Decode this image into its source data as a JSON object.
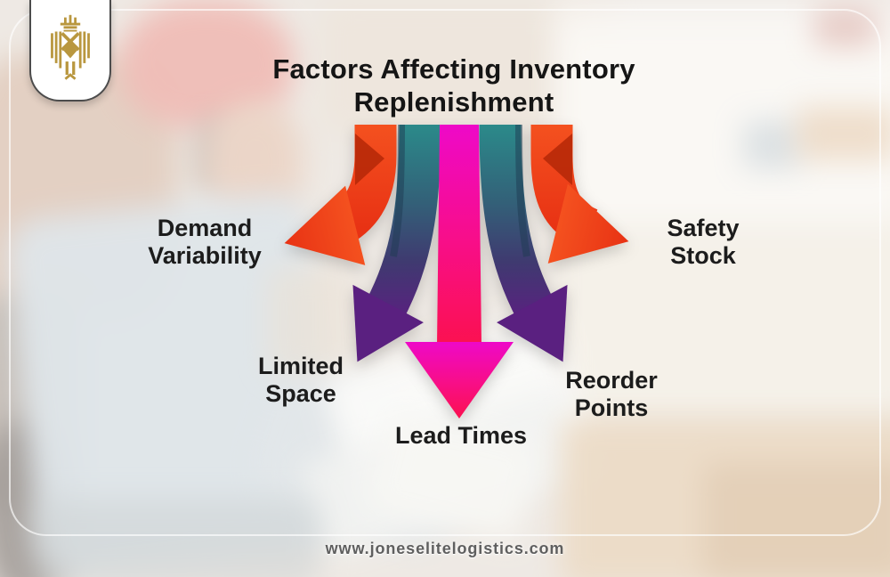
{
  "title": "Factors Affecting Inventory Replenishment",
  "factors": [
    {
      "id": "demand-variability",
      "label": "Demand Variability",
      "arrow": "red arrow pointing left"
    },
    {
      "id": "safety-stock",
      "label": "Safety Stock",
      "arrow": "red arrow pointing right"
    },
    {
      "id": "limited-space",
      "label": "Limited Space",
      "arrow": "teal-to-purple arrow pointing down-left"
    },
    {
      "id": "lead-times",
      "label": "Lead Times",
      "arrow": "magenta-to-pink arrow pointing down"
    },
    {
      "id": "reorder-points",
      "label": "Reorder Points",
      "arrow": "teal-to-purple arrow pointing down-right"
    }
  ],
  "footer": {
    "website": "www.joneselitelogistics.com"
  },
  "logo": {
    "icon": "crest-lion-logo-icon"
  },
  "colors": {
    "title_text": "#151515",
    "label_text": "#1c1c1c",
    "footer_text": "#5f5f5f",
    "logo_gold": "#b9973f",
    "arrow_red_top": "#f4511f",
    "arrow_red": "#e83214",
    "arrow_red_fold": "#b02506",
    "arrow_teal": "#2b8a8a",
    "arrow_purple": "#5a2080",
    "arrow_magenta": "#ee09c8",
    "arrow_pink": "#fb1150"
  }
}
